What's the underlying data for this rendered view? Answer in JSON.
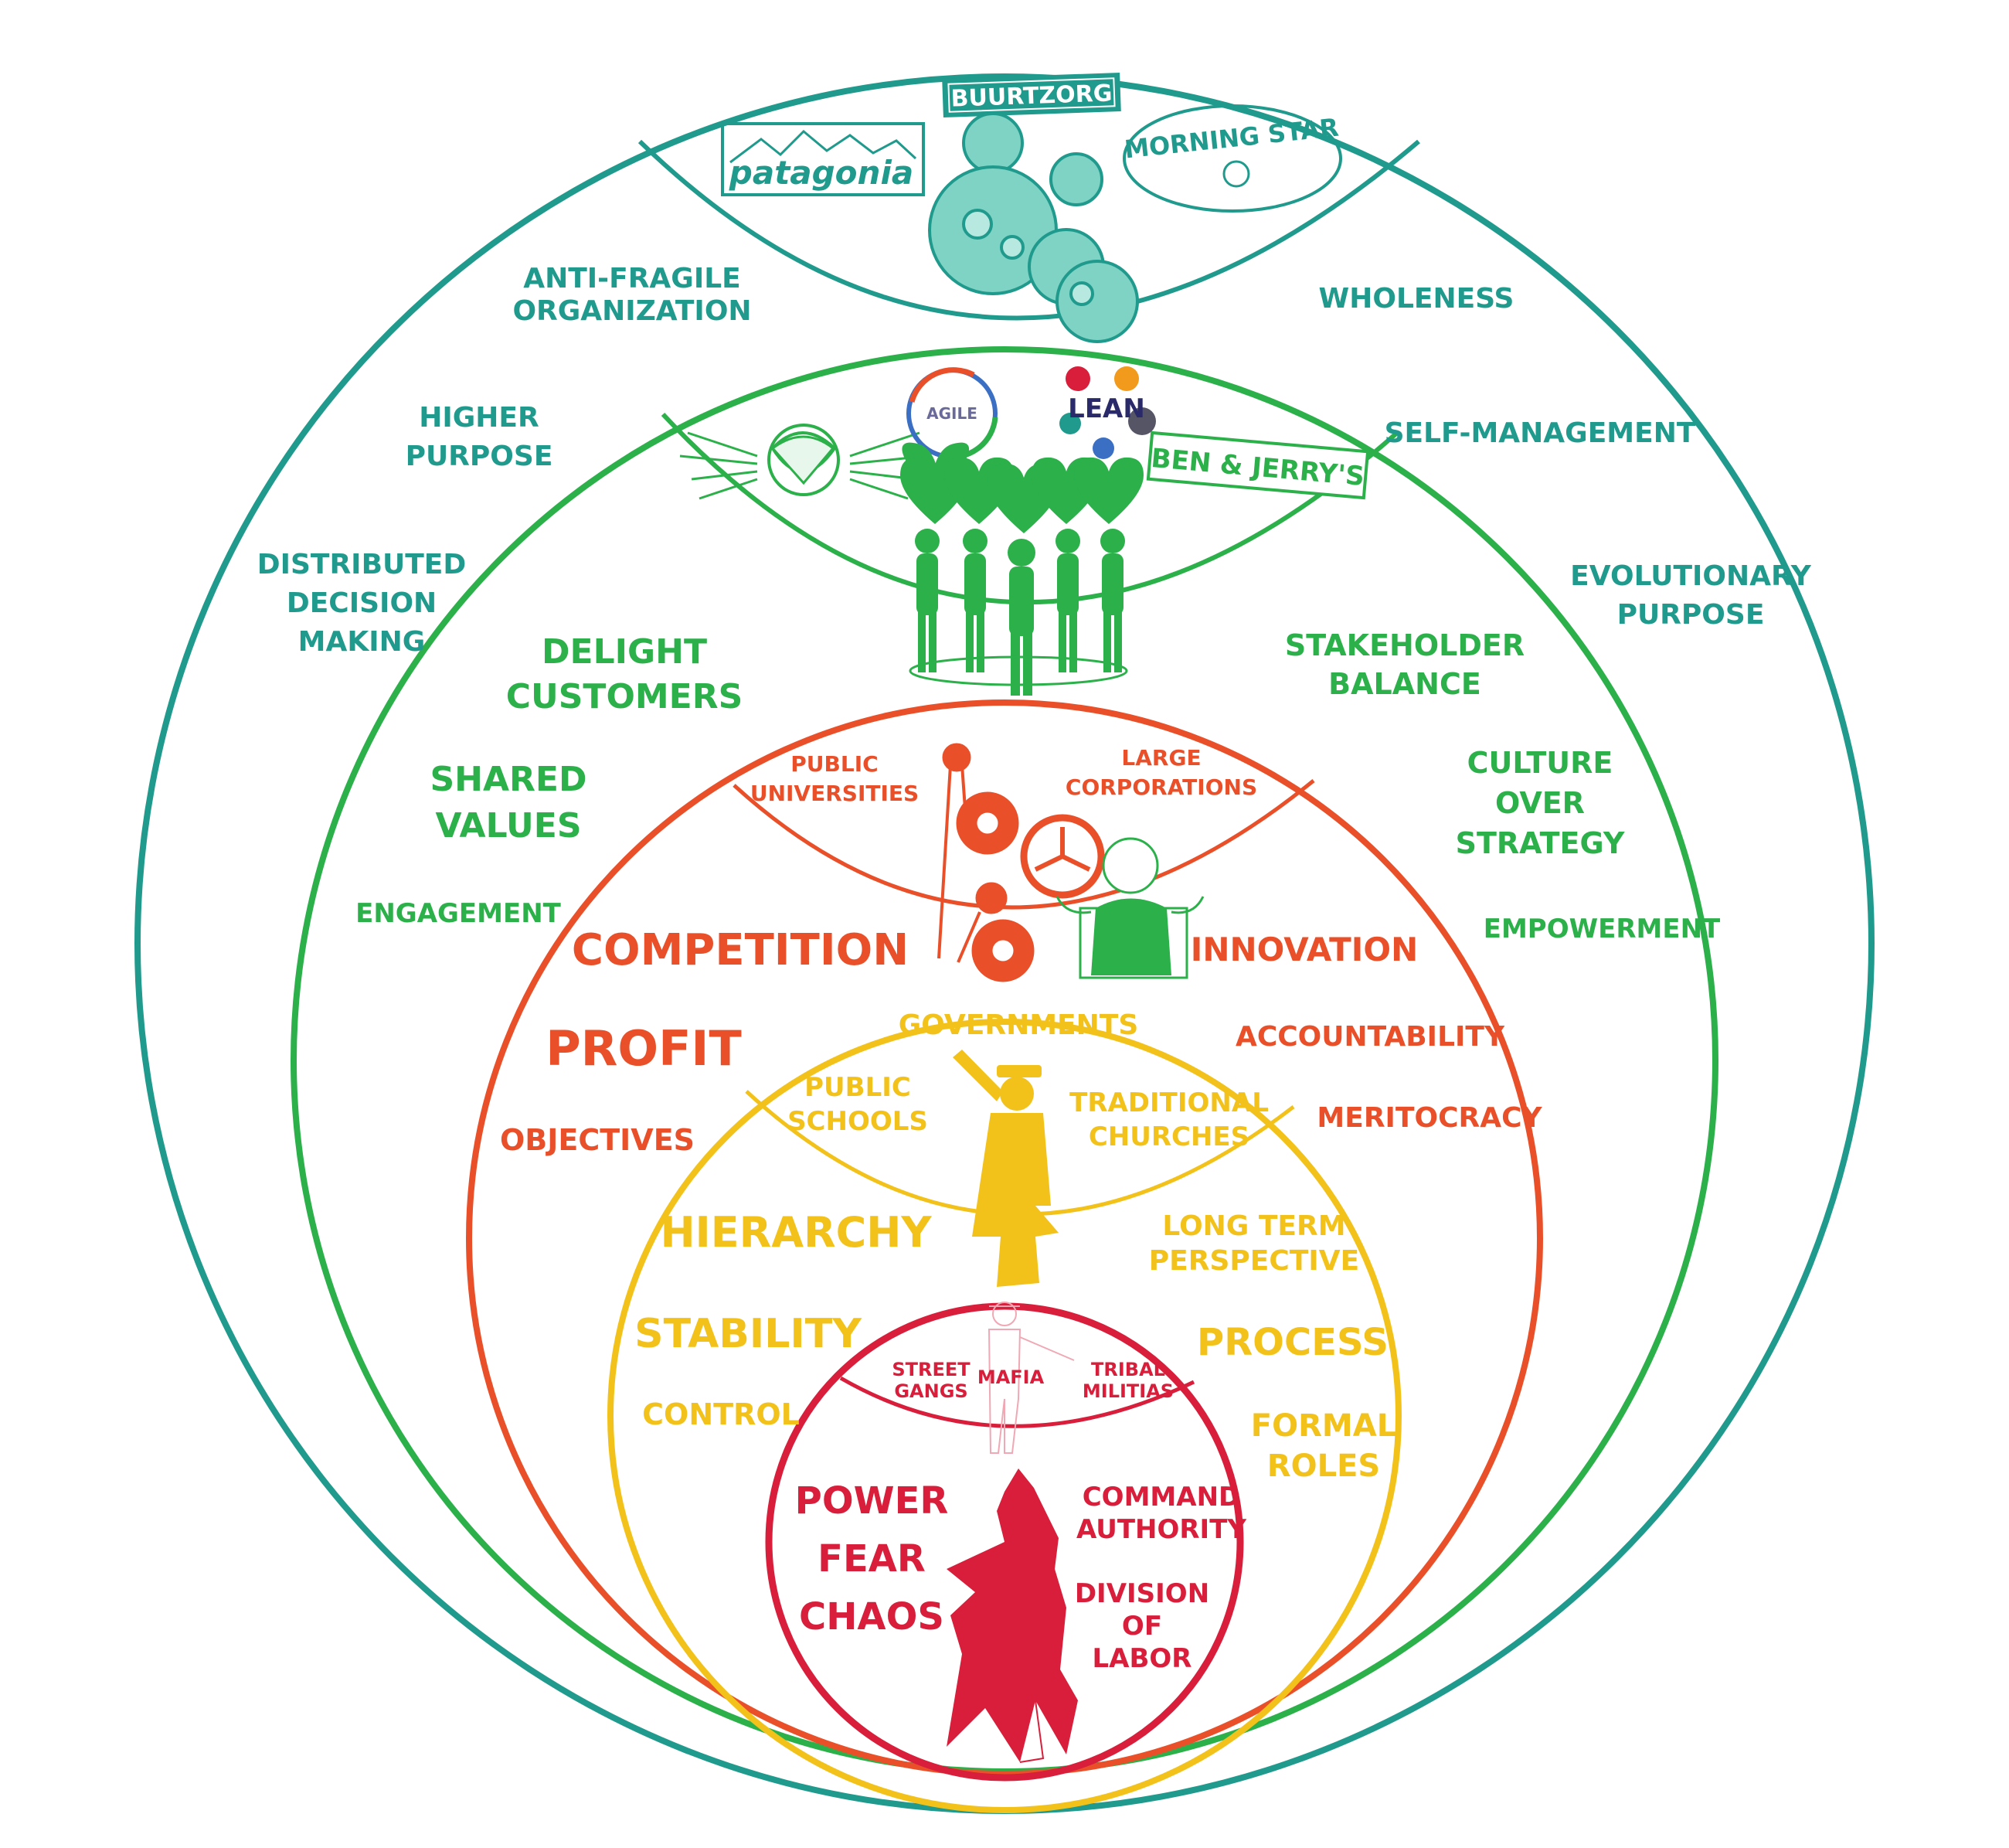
{
  "colors": {
    "teal": "#1f9a8c",
    "green": "#2bb04a",
    "orange": "#e9502a",
    "yellow": "#f2c21b",
    "red": "#d81e3a"
  },
  "teal_ring": {
    "examples": {
      "buurtzorg": "BUURTZORG",
      "patagonia": "patagonia",
      "morning_star": "MORNING STAR"
    },
    "labels": {
      "anti_fragile_1": "ANTI-FRAGILE",
      "anti_fragile_2": "ORGANIZATION",
      "wholeness": "WHOLENESS",
      "higher_purpose_1": "HIGHER",
      "higher_purpose_2": "PURPOSE",
      "self_management": "SELF-MANAGEMENT",
      "distributed_1": "DISTRIBUTED",
      "distributed_2": "DECISION",
      "distributed_3": "MAKING",
      "evolutionary_1": "EVOLUTIONARY",
      "evolutionary_2": "PURPOSE"
    }
  },
  "green_ring": {
    "examples": {
      "agile": "AGILE",
      "lean": "LEAN",
      "ben_jerrys": "BEN & JERRY'S"
    },
    "labels": {
      "delight_1": "DELIGHT",
      "delight_2": "CUSTOMERS",
      "stakeholder_1": "STAKEHOLDER",
      "stakeholder_2": "BALANCE",
      "shared_1": "SHARED",
      "shared_2": "VALUES",
      "culture_1": "CULTURE",
      "culture_2": "OVER",
      "culture_3": "STRATEGY",
      "engagement": "ENGAGEMENT",
      "empowerment": "EMPOWERMENT"
    }
  },
  "orange_ring": {
    "examples": {
      "public_univ_1": "PUBLIC",
      "public_univ_2": "UNIVERSITIES",
      "large_corp_1": "LARGE",
      "large_corp_2": "CORPORATIONS"
    },
    "labels": {
      "competition": "COMPETITION",
      "innovation": "INNOVATION",
      "profit": "PROFIT",
      "accountability": "ACCOUNTABILITY",
      "objectives": "OBJECTIVES",
      "meritocracy": "MERITOCRACY"
    }
  },
  "yellow_ring": {
    "examples": {
      "governments": "GOVERNMENTS",
      "public_schools_1": "PUBLIC",
      "public_schools_2": "SCHOOLS",
      "churches_1": "TRADITIONAL",
      "churches_2": "CHURCHES"
    },
    "labels": {
      "hierarchy": "HIERARCHY",
      "long_term_1": "LONG TERM",
      "long_term_2": "PERSPECTIVE",
      "stability": "STABILITY",
      "process": "PROCESS",
      "control": "CONTROL",
      "formal_1": "FORMAL",
      "formal_2": "ROLES"
    }
  },
  "red_ring": {
    "examples": {
      "street_1": "STREET",
      "street_2": "GANGS",
      "mafia": "MAFIA",
      "tribal_1": "TRIBAL",
      "tribal_2": "MILITIAS"
    },
    "labels": {
      "power": "POWER",
      "fear": "FEAR",
      "chaos": "CHAOS",
      "command_1": "COMMAND",
      "command_2": "AUTHORITY",
      "division_1": "DIVISION",
      "division_2": "OF",
      "division_3": "LABOR"
    }
  }
}
